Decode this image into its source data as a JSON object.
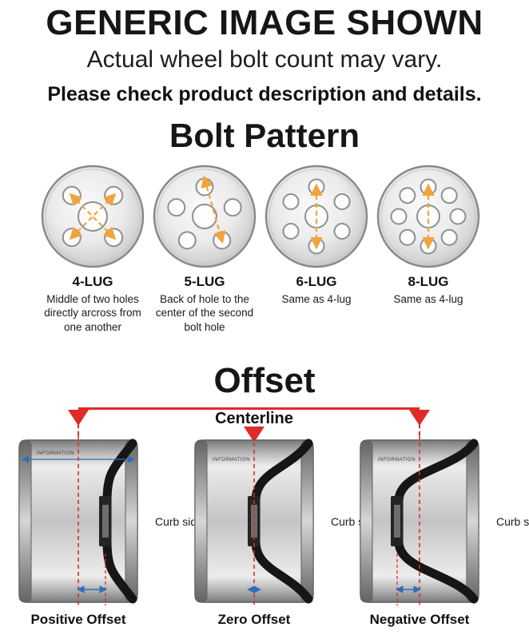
{
  "header": {
    "title": "GENERIC IMAGE SHOWN",
    "subtitle": "Actual wheel bolt count may vary.",
    "note": "Please check product description and details."
  },
  "bolt_pattern": {
    "title": "Bolt Pattern",
    "items": [
      {
        "label": "4-LUG",
        "lugs": 4,
        "measure": "cross",
        "description": "Middle of two holes directly arcross from one another"
      },
      {
        "label": "5-LUG",
        "lugs": 5,
        "measure": "skip",
        "description": "Back of hole to the center of the second bolt hole"
      },
      {
        "label": "6-LUG",
        "lugs": 6,
        "measure": "vertical",
        "description": "Same as 4-lug"
      },
      {
        "label": "8-LUG",
        "lugs": 8,
        "measure": "vertical",
        "description": "Same as 4-lug"
      }
    ],
    "colors": {
      "dash": "#F2A33C",
      "rim": "#8a8a8a",
      "hole_stroke": "#8f8f8f"
    }
  },
  "offset": {
    "title": "Offset",
    "centerline_label": "Centerline",
    "curb_side_label": "Curb side",
    "barrel_text": "INFORMATION",
    "items": [
      {
        "label": "Positive Offset",
        "type": "positive"
      },
      {
        "label": "Zero Offset",
        "type": "zero"
      },
      {
        "label": "Negative Offset",
        "type": "negative"
      }
    ],
    "colors": {
      "centerline": "#E02A2A",
      "arrow": "#2F6DB8"
    }
  }
}
